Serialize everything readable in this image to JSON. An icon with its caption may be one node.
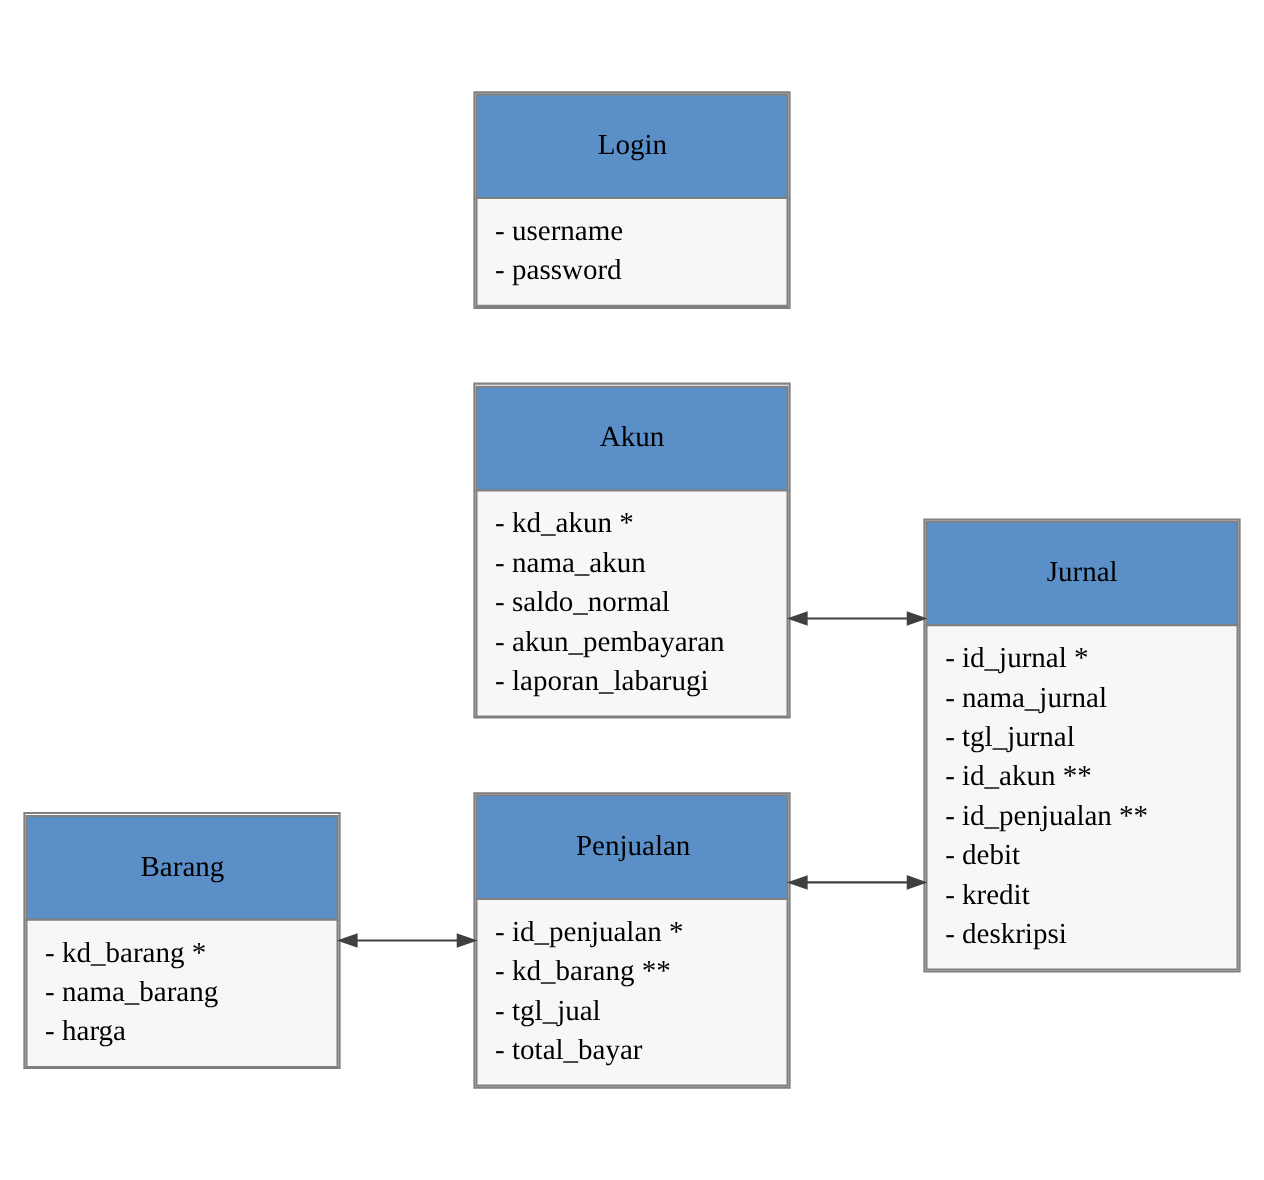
{
  "diagram": {
    "nodes": [
      {
        "text": [
          "Akun",
          "- kd_akun *",
          "- nama_akun",
          "- saldo_normal",
          "- akun_pembayaran",
          "- laporan_labarugi"
        ]
      },
      {
        "text": [
          "Login",
          "- username",
          "- password"
        ]
      },
      {
        "text": [
          "Jurnal",
          "- id_jurnal *",
          "- nama_jurnal",
          "- tgl_jurnal",
          "- id_akun **",
          "- id_penjualan **",
          "- debit",
          "- kredit",
          "- deskripsi"
        ]
      },
      {
        "text": [
          "Barang",
          "- kd_barang *",
          "- nama_barang",
          "- harga"
        ]
      },
      {
        "text": [
          "Penjualan",
          "- id_penjualan *",
          "- kd_barang **",
          "- tgl_jual",
          "- total_bayar"
        ]
      }
    ],
    "edges": [
      {
        "from": 0,
        "to": 2,
        "arrow": "both"
      },
      {
        "from": 4,
        "to": 2,
        "arrow": "both"
      },
      {
        "from": 3,
        "to": 4,
        "arrow": "both"
      }
    ]
  }
}
